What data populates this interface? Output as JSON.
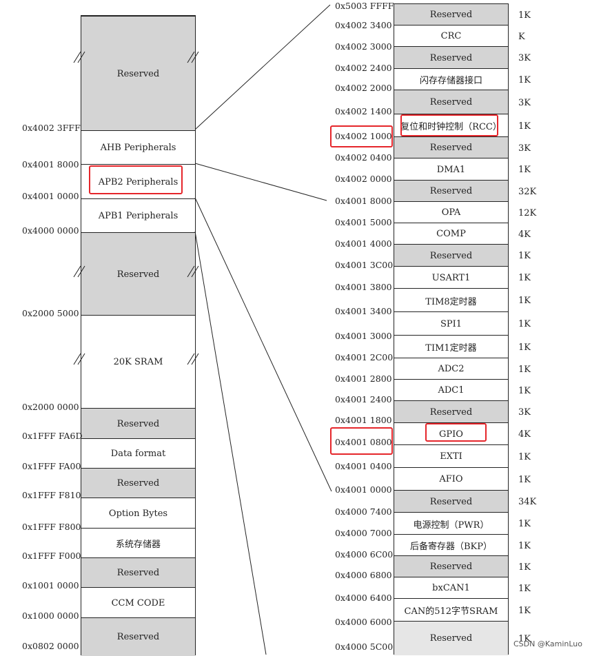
{
  "left_column": {
    "blocks": [
      "Reserved",
      "AHB Peripherals",
      "APB2  Peripherals",
      "APB1  Peripherals",
      "Reserved",
      "20K SRAM",
      "Reserved",
      "Data format",
      "Reserved",
      "Option Bytes",
      "系统存储器",
      "Reserved",
      "CCM CODE",
      "Reserved"
    ],
    "addresses": [
      "0x4002 3FFF",
      "0x4001 8000",
      "0x4001 0000",
      "0x4000 0000",
      "0x2000 5000",
      "0x2000 0000",
      "0x1FFF FA6D",
      "0x1FFF FA00",
      "0x1FFF F810",
      "0x1FFF F800",
      "0x1FFF F000",
      "0x1001 0000",
      "0x1000 0000",
      "0x0802 0000"
    ]
  },
  "right_column": {
    "blocks": [
      "Reserved",
      "CRC",
      "Reserved",
      "闪存存储器接口",
      "Reserved",
      "复位和时钟控制（RCC）",
      "Reserved",
      "DMA1",
      "Reserved",
      "OPA",
      "COMP",
      "Reserved",
      "USART1",
      "TIM8定时器",
      "SPI1",
      "TIM1定时器",
      "ADC2",
      "ADC1",
      "Reserved",
      "GPIO",
      "EXTI",
      "AFIO",
      "Reserved",
      "电源控制（PWR）",
      "后备寄存器（BKP）",
      "Reserved",
      "bxCAN1",
      "CAN的512字节SRAM",
      "Reserved"
    ],
    "sizes": [
      "1K",
      "K",
      "3K",
      "1K",
      "3K",
      "1K",
      "3K",
      "1K",
      "32K",
      "12K",
      "4K",
      "1K",
      "1K",
      "1K",
      "1K",
      "1K",
      "1K",
      "1K",
      "3K",
      "4K",
      "1K",
      "1K",
      "34K",
      "1K",
      "1K",
      "1K",
      "1K",
      "1K",
      "1K"
    ],
    "addresses": [
      "0x5003 FFFF",
      "0x4002 3400",
      "0x4002 3000",
      "0x4002 2400",
      "0x4002 2000",
      "0x4002 1400",
      "0x4002 1000",
      "0x4002 0400",
      "0x4002 0000",
      "0x4001 8000",
      "0x4001 5000",
      "0x4001 4000",
      "0x4001 3C00",
      "0x4001 3800",
      "0x4001 3400",
      "0x4001 3000",
      "0x4001 2C00",
      "0x4001 2800",
      "0x4001 2400",
      "0x4001 1800",
      "0x4001 0800",
      "0x4001 0400",
      "0x4001 0000",
      "0x4000 7400",
      "0x4000 7000",
      "0x4000 6C00",
      "0x4000 6800",
      "0x4000 6400",
      "0x4000 6000",
      "0x4000 5C00"
    ]
  },
  "watermark": "CSDN @KaminLuo",
  "colors": {
    "reserved": "#d4d4d4",
    "highlight": "#e5252a",
    "line": "#222222"
  }
}
